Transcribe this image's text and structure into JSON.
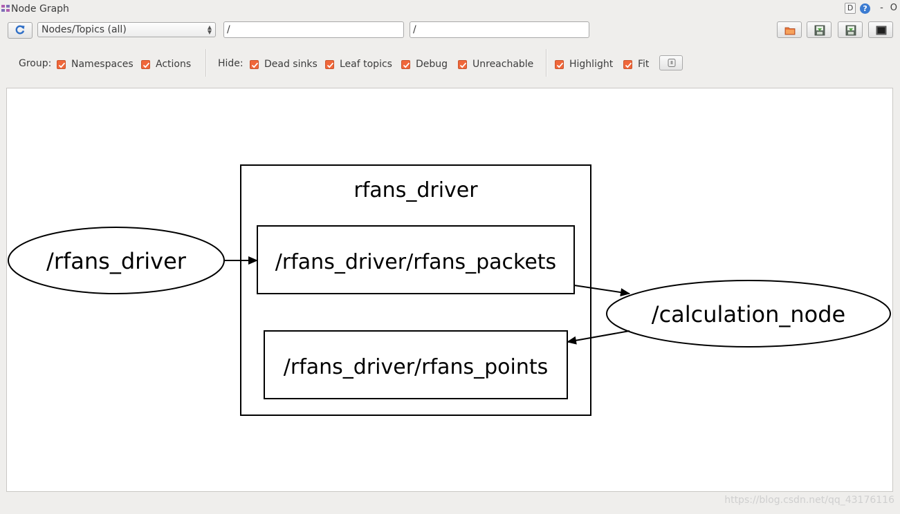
{
  "window": {
    "title": "Node Graph",
    "title_buttons": {
      "d": "D",
      "help": "?",
      "minimize": "-",
      "close": "O"
    }
  },
  "toolbar": {
    "graph_mode": "Nodes/Topics (all)",
    "node_filter": "/",
    "topic_filter": "/",
    "icons": [
      "refresh-icon",
      "open-folder-icon",
      "save-dot-icon",
      "save-image-icon",
      "screenshot-icon"
    ]
  },
  "options": {
    "group_label": "Group:",
    "group": [
      {
        "label": "Namespaces",
        "checked": true
      },
      {
        "label": "Actions",
        "checked": true
      }
    ],
    "hide_label": "Hide:",
    "hide": [
      {
        "label": "Dead sinks",
        "checked": true
      },
      {
        "label": "Leaf topics",
        "checked": true
      },
      {
        "label": "Debug",
        "checked": true
      },
      {
        "label": "Unreachable",
        "checked": true
      }
    ],
    "view": [
      {
        "label": "Highlight",
        "checked": true
      },
      {
        "label": "Fit",
        "checked": true
      }
    ],
    "accent_color": "#f0673a"
  },
  "graph": {
    "cluster_label": "rfans_driver",
    "nodes": {
      "driver": "/rfans_driver",
      "calc": "/calculation_node"
    },
    "topics": {
      "packets": "/rfans_driver/rfans_packets",
      "points": "/rfans_driver/rfans_points"
    },
    "edges": [
      {
        "from": "/rfans_driver",
        "to": "/rfans_driver/rfans_packets"
      },
      {
        "from": "/rfans_driver/rfans_packets",
        "to": "/calculation_node"
      },
      {
        "from": "/calculation_node",
        "to": "/rfans_driver/rfans_points"
      }
    ]
  },
  "watermark": "https://blog.csdn.net/qq_43176116"
}
